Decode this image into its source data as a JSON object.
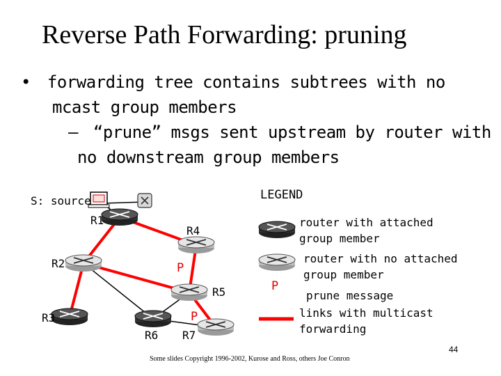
{
  "title": "Reverse Path Forwarding: pruning",
  "bullets": {
    "b1_line1": "forwarding tree contains subtrees with no",
    "b1_line2": "mcast group members",
    "b2_line1": "“prune” msgs sent upstream by router with",
    "b2_line2": "no downstream group members",
    "bullet_char": "•",
    "dash_char": "–"
  },
  "diagram": {
    "source_label": "S: source",
    "routers": {
      "r1": "R1",
      "r2": "R2",
      "r3": "R3",
      "r4": "R4",
      "r5": "R5",
      "r6": "R6",
      "r7": "R7"
    },
    "prune_marks": [
      "P",
      "P"
    ],
    "colors": {
      "attached_router": "#444444",
      "unattached_router": "#d9d9d9",
      "multicast_link": "#ff0000",
      "prune": "#e00000",
      "plain_link": "#000000"
    }
  },
  "legend": {
    "title": "LEGEND",
    "attached_line1": "router with attached",
    "attached_line2": "group member",
    "no_attached_line1": "router with no attached",
    "no_attached_line2": "group member",
    "prune_symbol": "P",
    "prune_label": "prune message",
    "links_line1": "links with multicast",
    "links_line2": "forwarding"
  },
  "footer": {
    "copyright": "Some slides Copyright 1996-2002, Kurose and Ross, others Joe Conron",
    "page_number": "44"
  }
}
